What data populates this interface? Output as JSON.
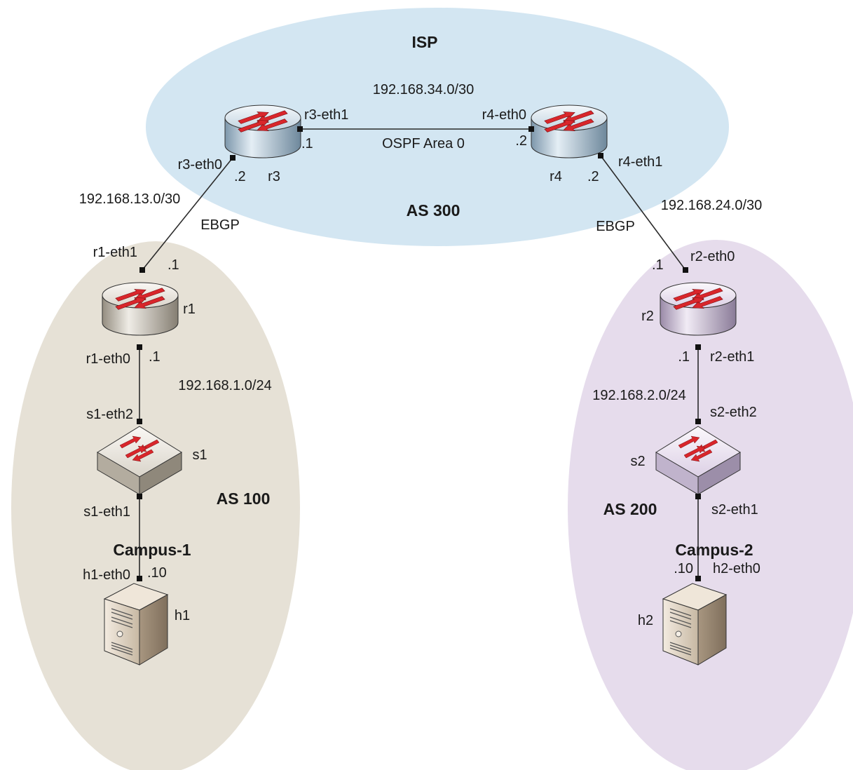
{
  "regions": {
    "isp": {
      "title": "ISP",
      "as_label": "AS 300",
      "color": "#d3e6f2"
    },
    "campus1": {
      "title": "Campus-1",
      "as_label": "AS 100",
      "color": "#e6e1d6"
    },
    "campus2": {
      "title": "Campus-2",
      "as_label": "AS 200",
      "color": "#e6dcec"
    }
  },
  "devices": {
    "r1": {
      "name": "r1"
    },
    "r2": {
      "name": "r2"
    },
    "r3": {
      "name": "r3"
    },
    "r4": {
      "name": "r4"
    },
    "s1": {
      "name": "s1"
    },
    "s2": {
      "name": "s2"
    },
    "h1": {
      "name": "h1"
    },
    "h2": {
      "name": "h2"
    }
  },
  "links": {
    "r3_r4": {
      "subnet": "192.168.34.0/30",
      "protocol": "OSPF Area 0",
      "a_if": "r3-eth1",
      "a_ip": ".1",
      "b_if": "r4-eth0",
      "b_ip": ".2"
    },
    "r3_r1": {
      "subnet": "192.168.13.0/30",
      "protocol": "EBGP",
      "a_if": "r3-eth0",
      "a_ip": ".2",
      "b_if": "r1-eth1",
      "b_ip": ".1"
    },
    "r4_r2": {
      "subnet": "192.168.24.0/30",
      "protocol": "EBGP",
      "a_if": "r4-eth1",
      "a_ip": ".2",
      "b_if": "r2-eth0",
      "b_ip": ".1"
    },
    "r1_s1": {
      "subnet": "192.168.1.0/24",
      "a_if": "r1-eth0",
      "a_ip": ".1",
      "b_if": "s1-eth2"
    },
    "s1_h1": {
      "a_if": "s1-eth1",
      "b_if": "h1-eth0",
      "b_ip": ".10"
    },
    "r2_s2": {
      "subnet": "192.168.2.0/24",
      "a_if": "r2-eth1",
      "a_ip": ".1",
      "b_if": "s2-eth2"
    },
    "s2_h2": {
      "a_if": "s2-eth1",
      "b_if": "h2-eth0",
      "b_ip": ".10"
    }
  },
  "colors": {
    "arrow": "#d9262b",
    "router_isp": "#a9c1d3",
    "router_c1": "#c9c3b6",
    "router_c2": "#cdbfd8"
  }
}
